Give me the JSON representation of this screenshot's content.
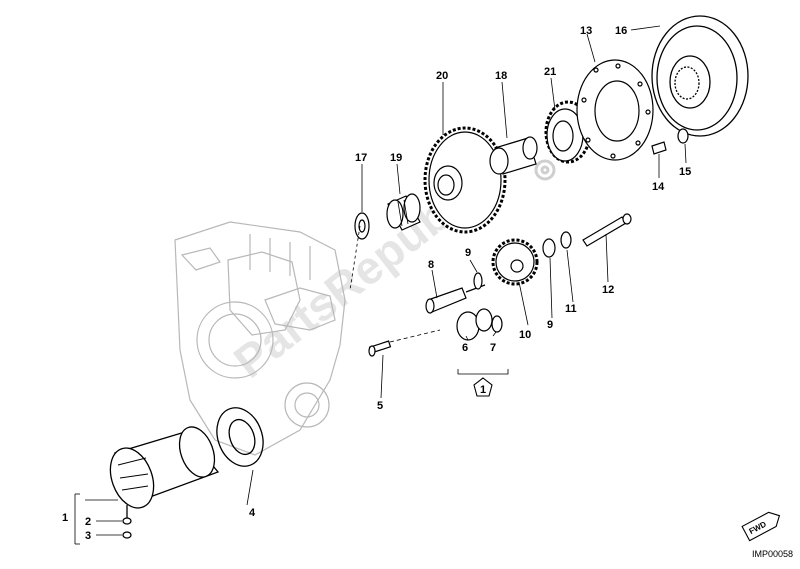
{
  "watermark": "PartsRepublik",
  "diagram_code": "IMP00058",
  "fwd_badge": "FWD",
  "group_symbol_label": "1",
  "callouts": [
    "1",
    "2",
    "3",
    "4",
    "5",
    "6",
    "7",
    "8",
    "9",
    "9",
    "10",
    "11",
    "12",
    "13",
    "14",
    "15",
    "16",
    "17",
    "18",
    "19",
    "20",
    "21"
  ],
  "icon": "gear-icon"
}
